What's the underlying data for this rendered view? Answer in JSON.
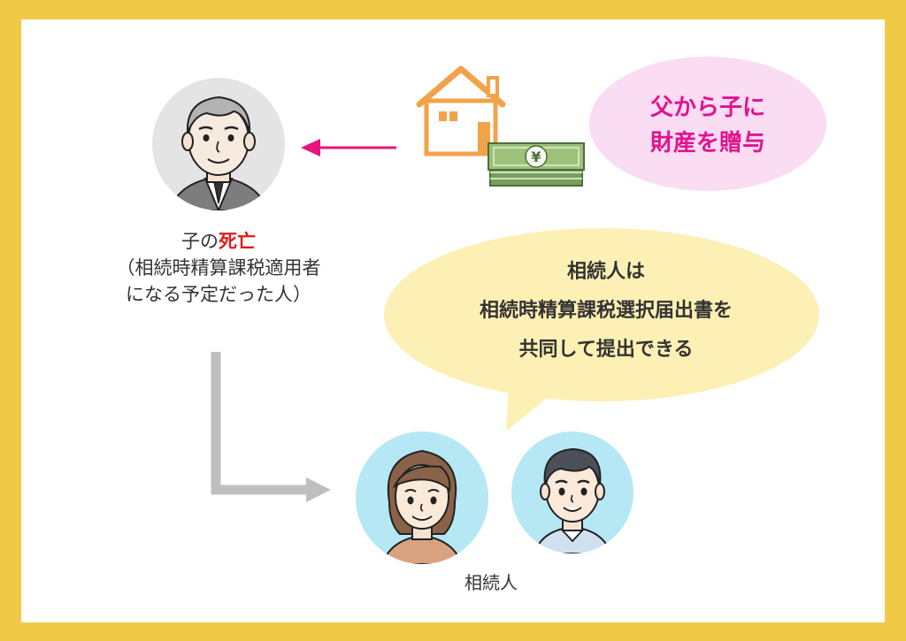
{
  "gift_bubble": {
    "line1": "父から子に",
    "line2": "財産を贈与"
  },
  "deceased": {
    "prefix": "子の",
    "highlight": "死亡",
    "line2": "（相続時精算課税適用者",
    "line3": "になる予定だった人）"
  },
  "heir_bubble": {
    "line1": "相続人は",
    "line2": "相続時精算課税選択届出書を",
    "line3": "共同して提出できる"
  },
  "heirs_label": "相続人",
  "money_symbol": "¥",
  "colors": {
    "frame": "#f0ca47",
    "arrow_pink": "#e8137d",
    "arrow_gray": "#bfbfbf",
    "house": "#f2a34a",
    "pink_bubble": "#fadcf3",
    "yellow_bubble": "#fdf0b5",
    "heir_circle": "#b6e7f4"
  }
}
